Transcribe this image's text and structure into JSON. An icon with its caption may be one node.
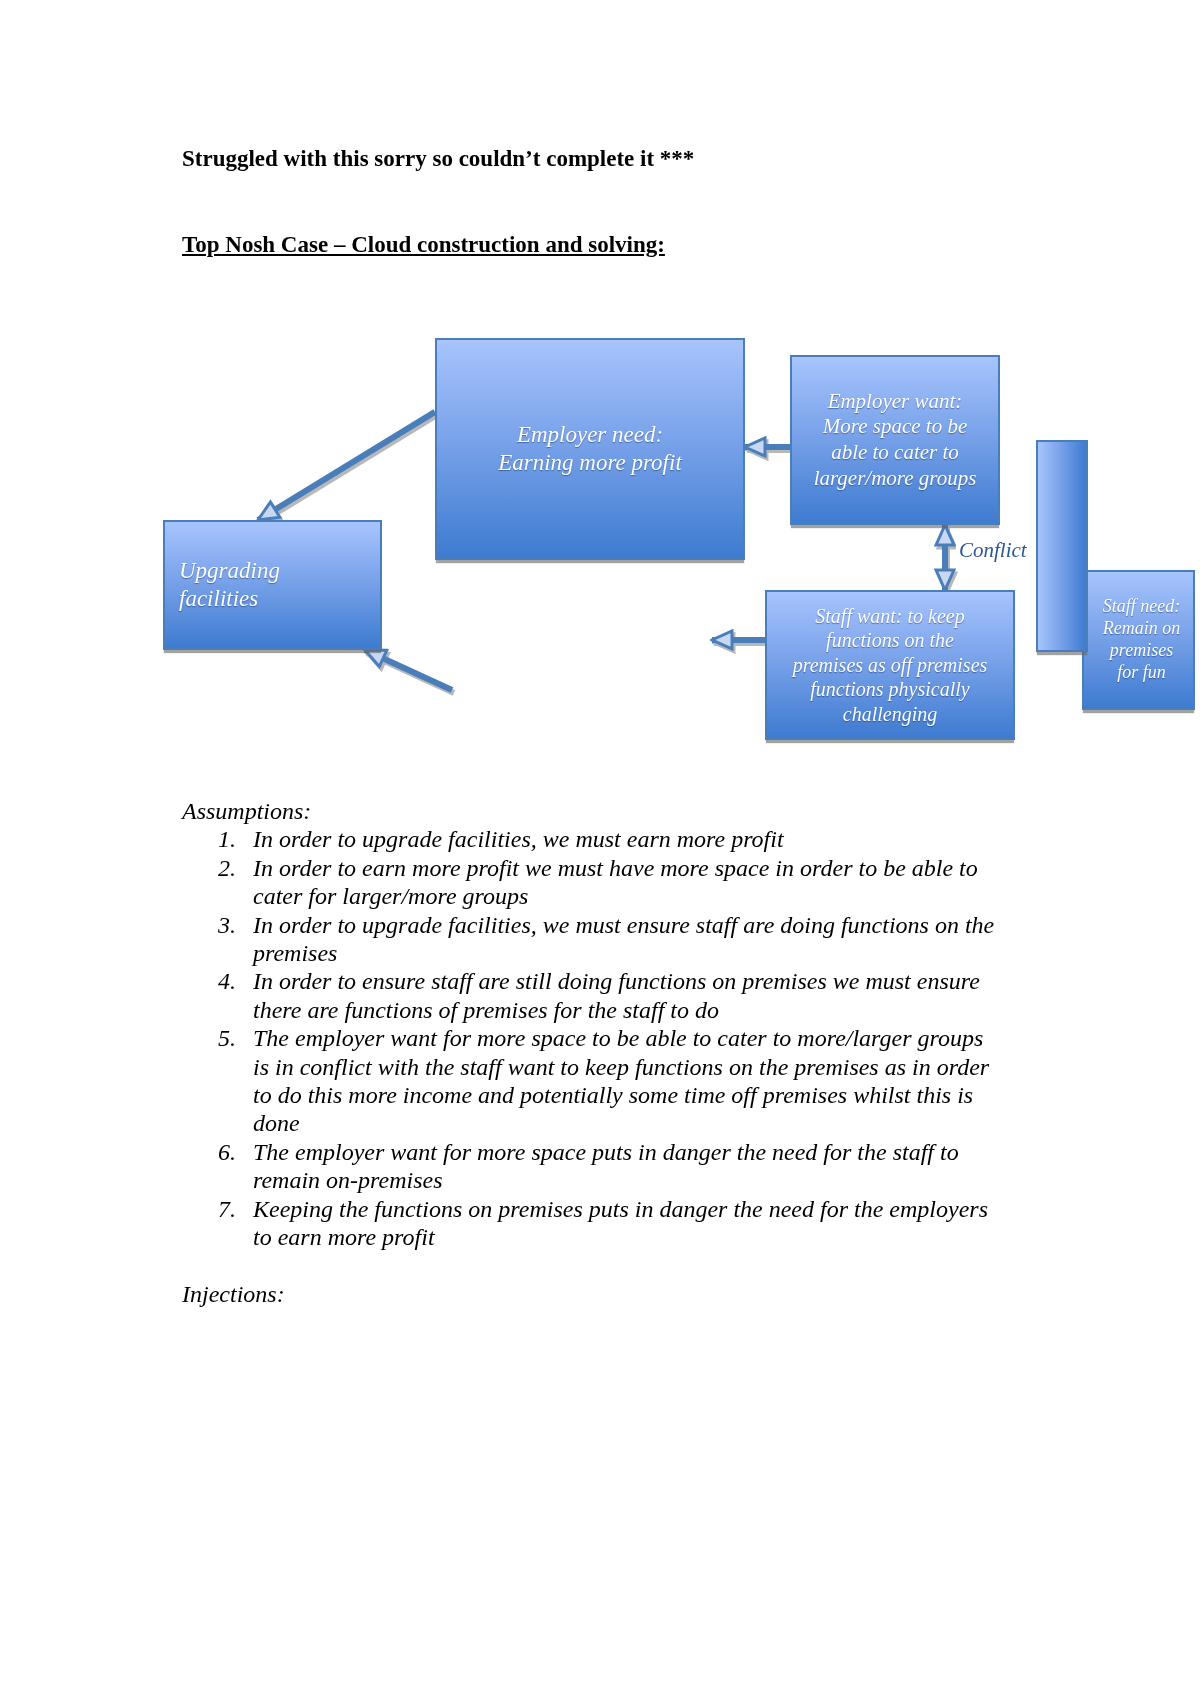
{
  "diagram": {
    "title": "Top Nosh Case – Cloud construction and solving:",
    "nodes": [
      {
        "text": [
          "Upgrading facilities"
        ]
      },
      {
        "text": [
          "Employer need:",
          "Earning more profit"
        ]
      },
      {
        "text": [
          "Employer want:",
          "More space to be able to cater to larger/more groups"
        ]
      },
      {
        "text": [
          "Staff want: to keep functions on the premises as off premises functions physically challenging"
        ]
      },
      {
        "text": [],
        "shape": "box"
      },
      {
        "text": [
          "Staff need:",
          "Remain on premises for fun"
        ]
      }
    ],
    "edges": [
      {
        "from": 1,
        "to": 0,
        "arrow": "to"
      },
      {
        "from": 2,
        "to": 1,
        "arrow": "to"
      },
      {
        "from": 3,
        "to": null,
        "arrow": "to"
      },
      {
        "from": null,
        "to": 0,
        "arrow": "to"
      },
      {
        "from": 2,
        "to": 3,
        "arrow": "both",
        "label": "Conflict"
      }
    ],
    "labels": [
      "Struggled with this sorry so couldn’t complete it ***",
      "Assumptions:",
      "1.",
      "In order to upgrade facilities, we must earn more profit",
      "2.",
      "In order to earn more profit we must have more space in order to be able to cater for larger/more groups",
      "3.",
      "In order to upgrade facilities, we must ensure staff are doing functions on the premises",
      "4.",
      "In order to ensure staff are still doing functions on premises we must ensure there are functions of premises for the staff to do",
      "5.",
      "The employer want for more space to be able to cater to more/larger groups is in conflict with the staff want to keep functions on the premises as in order to do this more income and potentially some time off premises whilst this is done",
      "6.",
      "The employer want for more space puts in danger the need for the staff to remain on-premises",
      "7.",
      "Keeping the functions on premises puts in danger the need for the employers to earn more profit",
      "Injections:"
    ]
  }
}
